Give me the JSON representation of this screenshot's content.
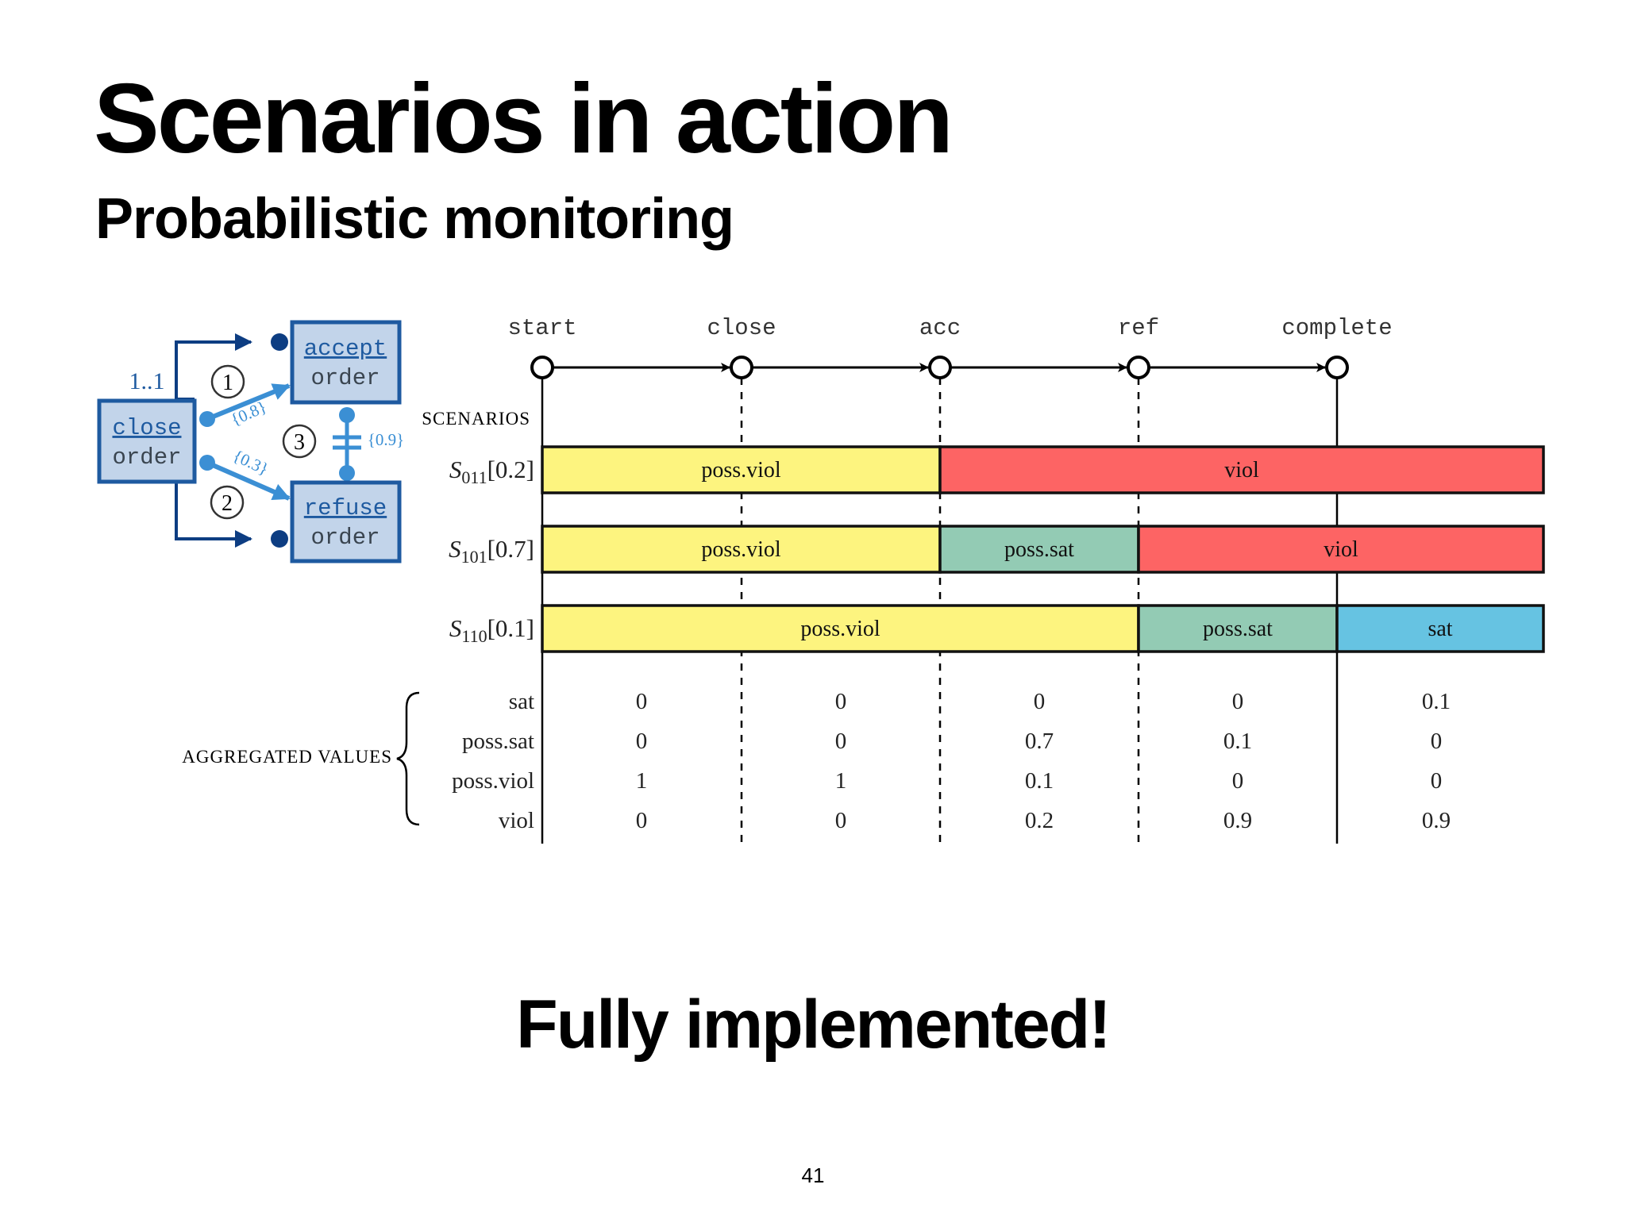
{
  "slide": {
    "title": "Scenarios in action",
    "subtitle": "Probabilistic monitoring",
    "conclusion": "Fully implemented!",
    "page_number": "41"
  },
  "model": {
    "source_task": [
      "close",
      "order"
    ],
    "target_accept": [
      "accept",
      "order"
    ],
    "target_refuse": [
      "refuse",
      "order"
    ],
    "cardinality": "1..1",
    "constraint_numbers": [
      "1",
      "2",
      "3"
    ],
    "probabilities": [
      "{0.8}",
      "{0.3}",
      "{0.9}"
    ],
    "colors": {
      "box_fill": "#c2d4ea",
      "box_border": "#1e5aa0",
      "dark": "#0d3d82",
      "light": "#3b8fd4"
    }
  },
  "timeline": {
    "events": [
      "start",
      "close",
      "acc",
      "ref",
      "complete"
    ],
    "scenarios_heading": "SCENARIOS"
  },
  "scenarios": [
    {
      "name_base": "S",
      "name_sub": "011",
      "prob": "[0.2]",
      "segments": [
        {
          "label": "poss.viol",
          "from": 0,
          "to": 2,
          "state": "poss.viol"
        },
        {
          "label": "viol",
          "from": 2,
          "to": 5,
          "state": "viol"
        }
      ]
    },
    {
      "name_base": "S",
      "name_sub": "101",
      "prob": "[0.7]",
      "segments": [
        {
          "label": "poss.viol",
          "from": 0,
          "to": 2,
          "state": "poss.viol"
        },
        {
          "label": "poss.sat",
          "from": 2,
          "to": 3,
          "state": "poss.sat"
        },
        {
          "label": "viol",
          "from": 3,
          "to": 5,
          "state": "viol"
        }
      ]
    },
    {
      "name_base": "S",
      "name_sub": "110",
      "prob": "[0.1]",
      "segments": [
        {
          "label": "poss.viol",
          "from": 0,
          "to": 3,
          "state": "poss.viol"
        },
        {
          "label": "poss.sat",
          "from": 3,
          "to": 4,
          "state": "poss.sat"
        },
        {
          "label": "sat",
          "from": 4,
          "to": 5,
          "state": "sat"
        }
      ]
    }
  ],
  "state_colors": {
    "poss.viol": "#fdf47f",
    "viol": "#fd6464",
    "poss.sat": "#93cbb4",
    "sat": "#66c3e2"
  },
  "aggregated": {
    "heading": "AGGREGATED VALUES",
    "rows": [
      {
        "label": "sat",
        "values": [
          "0",
          "0",
          "0",
          "0",
          "0.1"
        ]
      },
      {
        "label": "poss.sat",
        "values": [
          "0",
          "0",
          "0.7",
          "0.1",
          "0"
        ]
      },
      {
        "label": "poss.viol",
        "values": [
          "1",
          "1",
          "0.1",
          "0",
          "0"
        ]
      },
      {
        "label": "viol",
        "values": [
          "0",
          "0",
          "0.2",
          "0.9",
          "0.9"
        ]
      }
    ]
  }
}
